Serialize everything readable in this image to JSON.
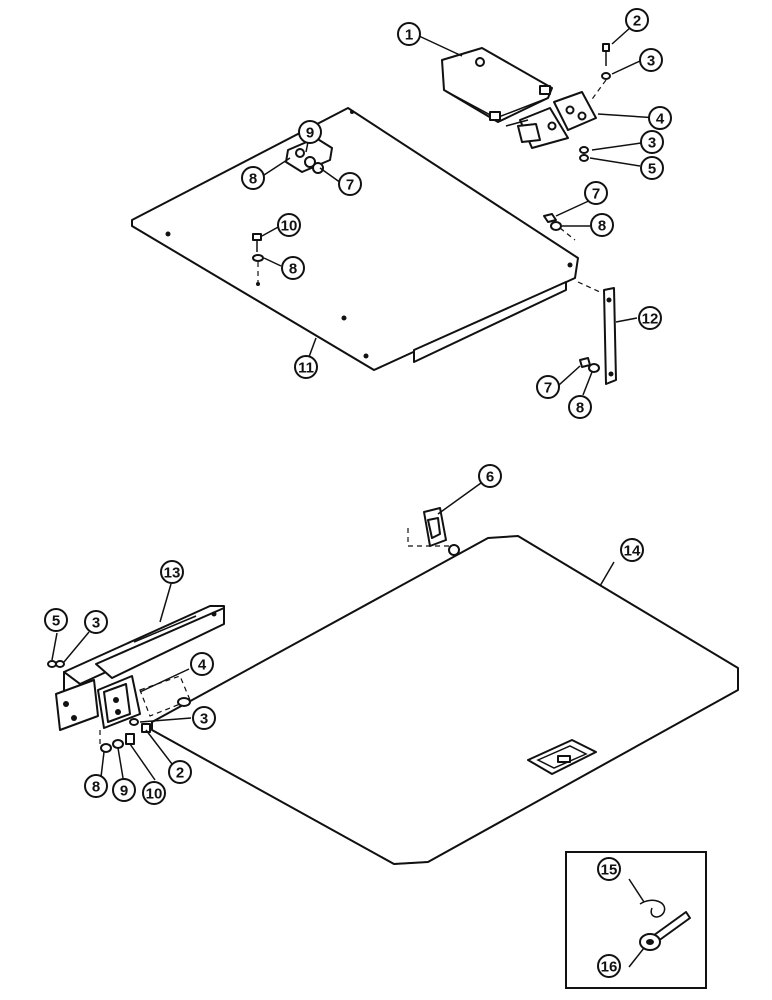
{
  "diagram": {
    "callouts": {
      "c1": "1",
      "c2a": "2",
      "c3a": "3",
      "c4a": "4",
      "c3b": "3",
      "c5a": "5",
      "c9a": "9",
      "c8a": "8",
      "c7a": "7",
      "c7b": "7",
      "c8b": "8",
      "c10a": "10",
      "c8c": "8",
      "c11": "11",
      "c12": "12",
      "c7c": "7",
      "c8d": "8",
      "c6": "6",
      "c14": "14",
      "c13": "13",
      "c5b": "5",
      "c3c": "3",
      "c4b": "4",
      "c3d": "3",
      "c8e": "8",
      "c9b": "9",
      "c10b": "10",
      "c2b": "2",
      "c15": "15",
      "c16": "16"
    }
  }
}
